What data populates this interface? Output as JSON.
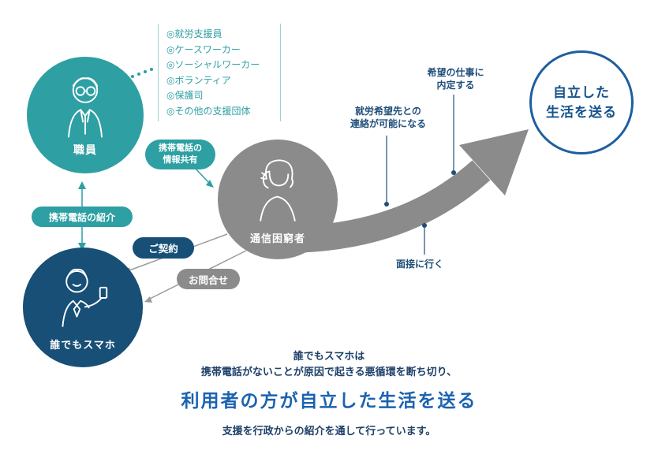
{
  "supporters": {
    "items": [
      "◎就労支援員",
      "◎ケースワーカー",
      "◎ソーシャルワーカー",
      "◎ボランティア",
      "◎保護司",
      "◎その他の支援団体"
    ]
  },
  "circles": {
    "staff_label": "職員",
    "victim_label": "通信困窮者",
    "service_label": "誰でもスマホ",
    "goal_label": "自立した\n生活を送る"
  },
  "badges": {
    "info_share": "携帯電話の\n情報共有",
    "phone_referral": "携帯電話の紹介",
    "contract": "ご契約",
    "inquiry": "お問合せ"
  },
  "milestones": [
    {
      "label": "就労希望先との\n連絡が可能になる"
    },
    {
      "label": "希望の仕事に\n内定する"
    },
    {
      "label": "面接に行く"
    }
  ],
  "footer": {
    "line1": "誰でもスマホは",
    "line2": "携帯電話がないことが原因で起きる悪循環を断ち切り、",
    "headline": "利用者の方が自立した生活を送る",
    "line3": "支援を行政からの紹介を通して行っています。"
  },
  "colors": {
    "teal": "#2E9FA3",
    "navy": "#174F76",
    "gray": "#8B8B8B",
    "accent_blue": "#1B62B0",
    "text_navy": "#1F4E79",
    "goal_border_blue": "#1D5F9E"
  }
}
